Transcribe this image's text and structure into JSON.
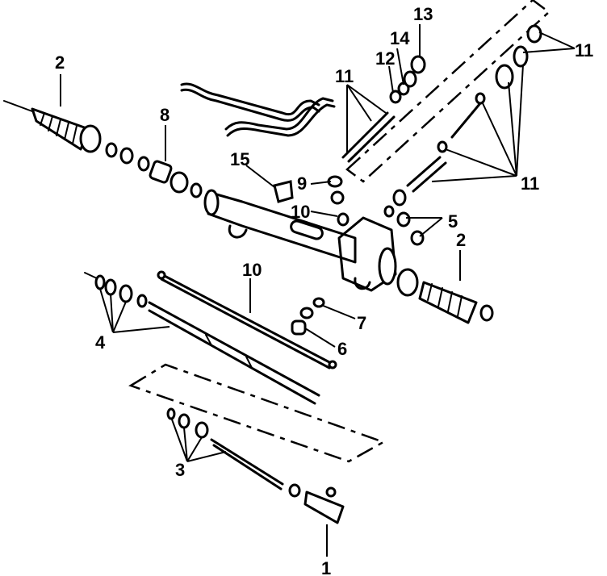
{
  "callouts": {
    "c1": "1",
    "c2a": "2",
    "c2b": "2",
    "c3": "3",
    "c4": "4",
    "c5": "5",
    "c6": "6",
    "c7": "7",
    "c8": "8",
    "c9": "9",
    "c10a": "10",
    "c10b": "10",
    "c11a": "11",
    "c11b": "11",
    "c11c": "11",
    "c12": "12",
    "c13": "13",
    "c14": "14",
    "c15": "15"
  }
}
